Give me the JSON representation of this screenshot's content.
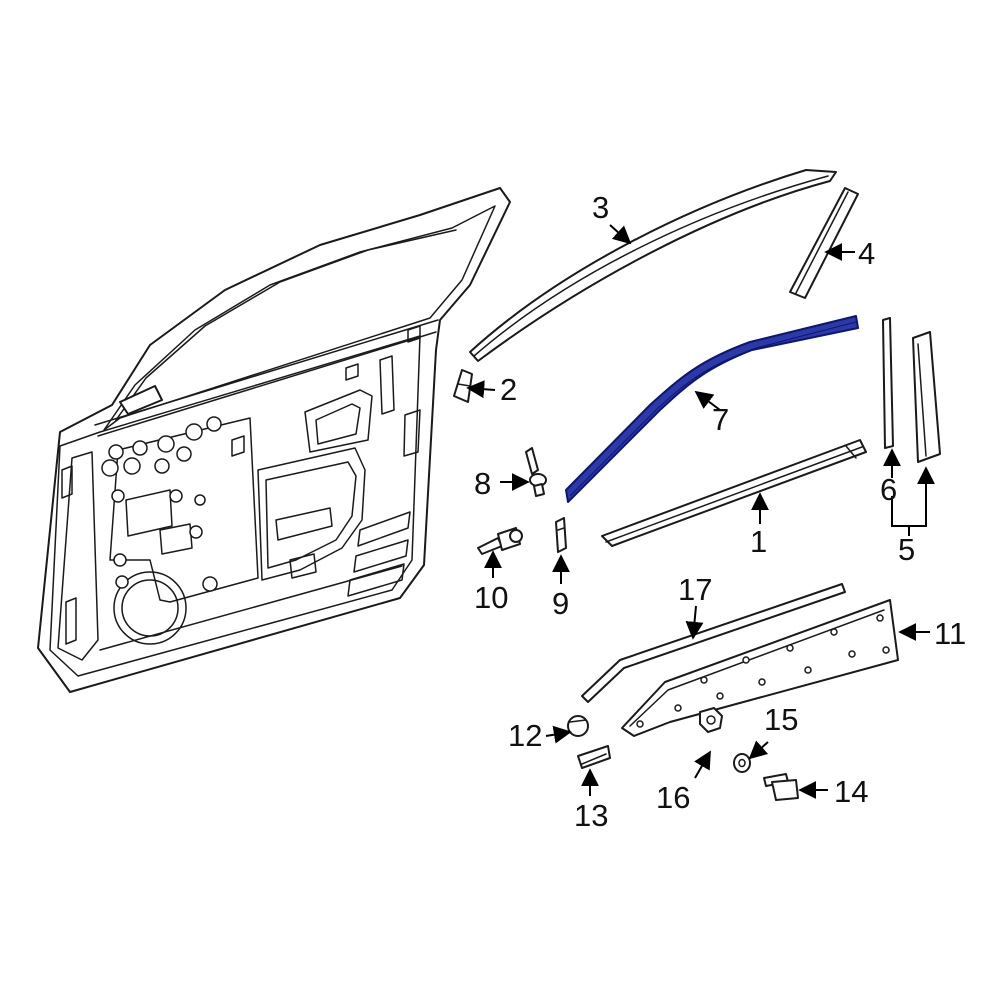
{
  "colors": {
    "line": "#1a1a1a",
    "highlight": "#2b3aa8",
    "highlight_stroke": "#0d1670",
    "background": "#ffffff"
  },
  "callouts": [
    {
      "id": "1",
      "label": "1"
    },
    {
      "id": "2",
      "label": "2"
    },
    {
      "id": "3",
      "label": "3"
    },
    {
      "id": "4",
      "label": "4"
    },
    {
      "id": "5",
      "label": "5"
    },
    {
      "id": "6",
      "label": "6"
    },
    {
      "id": "7",
      "label": "7",
      "highlighted": true
    },
    {
      "id": "8",
      "label": "8"
    },
    {
      "id": "9",
      "label": "9"
    },
    {
      "id": "10",
      "label": "10"
    },
    {
      "id": "11",
      "label": "11"
    },
    {
      "id": "12",
      "label": "12"
    },
    {
      "id": "13",
      "label": "13"
    },
    {
      "id": "14",
      "label": "14"
    },
    {
      "id": "15",
      "label": "15"
    },
    {
      "id": "16",
      "label": "16"
    },
    {
      "id": "17",
      "label": "17"
    }
  ]
}
